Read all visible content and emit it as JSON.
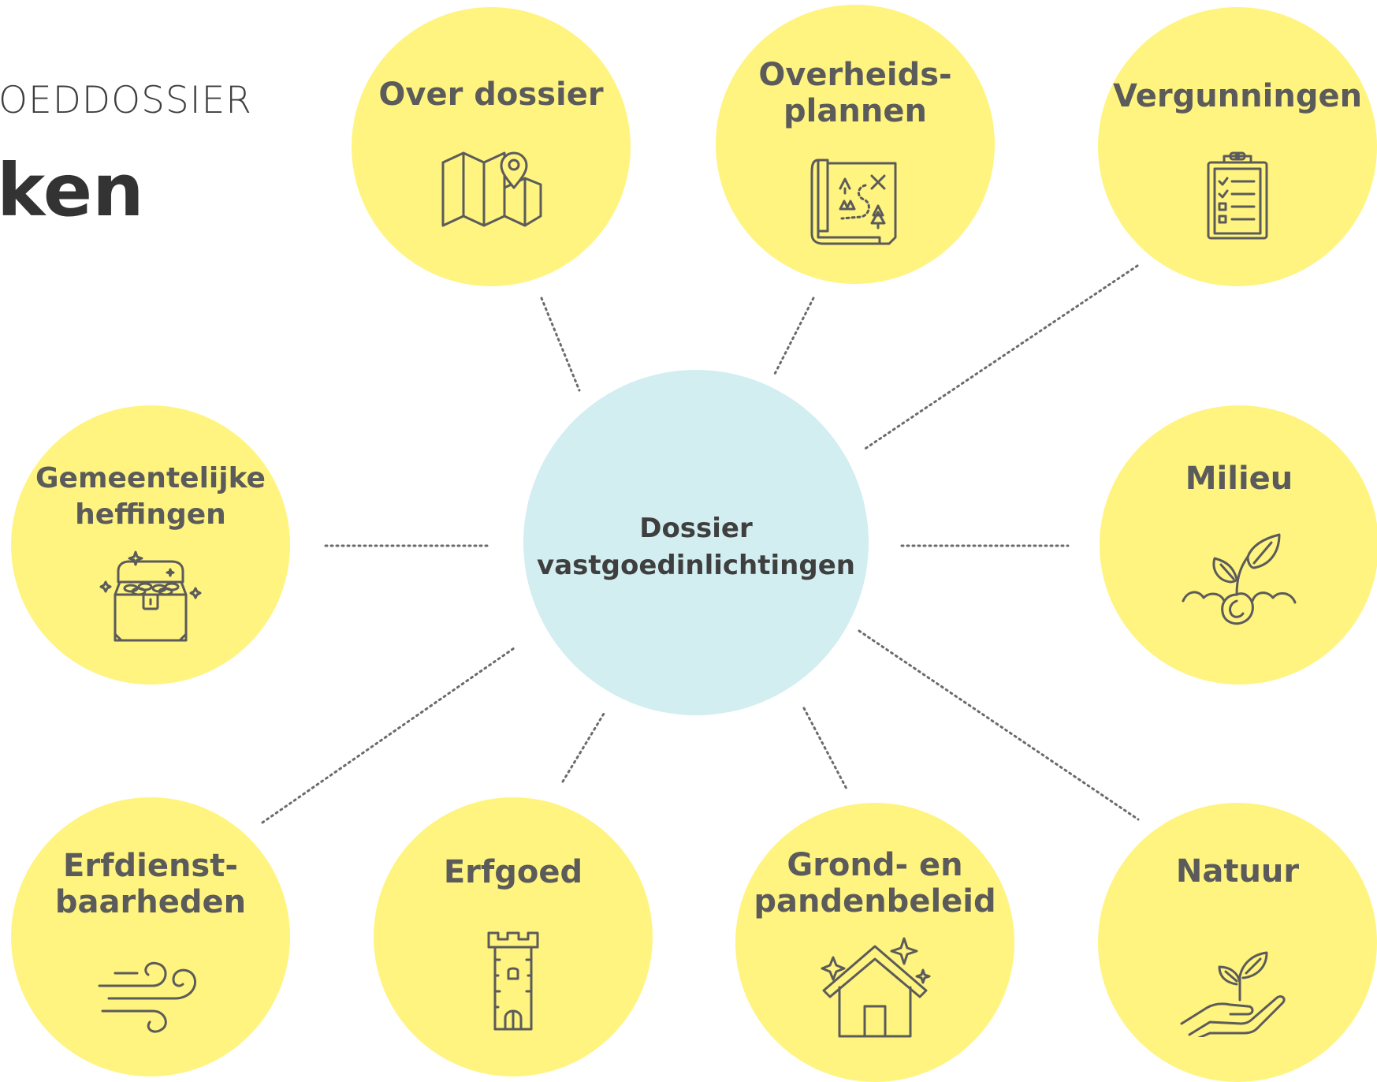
{
  "header": {
    "subtitle": "OEDDOSSIER",
    "title": "ken"
  },
  "center": {
    "label": "Dossier\nvastgoedinlichtingen"
  },
  "nodes": [
    {
      "label": "Over dossier",
      "icon": "map-pin-icon"
    },
    {
      "label": "Overheids-\nplannen",
      "icon": "treasure-map-icon"
    },
    {
      "label": "Vergunningen",
      "icon": "clipboard-checklist-icon"
    },
    {
      "label": "Gemeentelijke\nheffingen",
      "icon": "treasure-chest-icon"
    },
    {
      "label": "Milieu",
      "icon": "sprout-icon"
    },
    {
      "label": "Erfdienst-\nbaarheden",
      "icon": "wind-icon"
    },
    {
      "label": "Erfgoed",
      "icon": "tower-icon"
    },
    {
      "label": "Grond- en\npandenbeleid",
      "icon": "house-sparkle-icon"
    },
    {
      "label": "Natuur",
      "icon": "hand-plant-icon"
    }
  ],
  "colors": {
    "node_fill": "#fff47f",
    "center_fill": "#d2eef1",
    "text": "#5b5b5b",
    "connector": "#6b6b6b"
  }
}
